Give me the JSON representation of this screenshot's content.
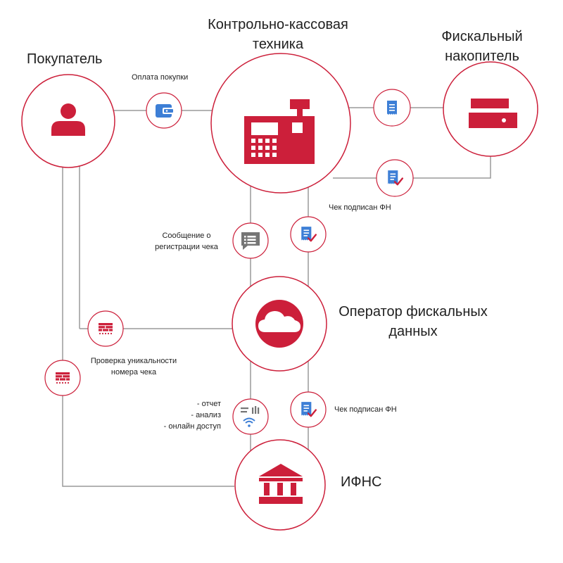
{
  "colors": {
    "accent": "#cc1f3a",
    "circle_border": "#cc1f3a",
    "line": "#9a9a9a",
    "blue_icon": "#3d7fd6",
    "gray_icon": "#757575",
    "text": "#1f1f1f"
  },
  "nodes": {
    "buyer": {
      "title": "Покупатель",
      "icon": "person-icon"
    },
    "kkt": {
      "title_line1": "Контрольно-кассовая",
      "title_line2": "техника",
      "icon": "cash-register-icon"
    },
    "fn": {
      "title_line1": "Фискальный",
      "title_line2": "накопитель",
      "icon": "fiscal-drive-icon"
    },
    "ofd": {
      "title_line1": "Оператор фискальных",
      "title_line2": "данных",
      "icon": "cloud-icon"
    },
    "ifns": {
      "title": "ИФНС",
      "icon": "government-building-icon"
    }
  },
  "edges": {
    "payment": {
      "label": "Оплата покупки",
      "icon": "wallet-icon"
    },
    "kkt_to_fn": {
      "icon": "receipt-icon"
    },
    "fn_signed": {
      "label": "Чек подписан ФН",
      "icon": "signed-receipt-icon"
    },
    "kkt_ofd_signed": {
      "icon": "signed-receipt-icon"
    },
    "registration_msg": {
      "label_line1": "Сообщение о",
      "label_line2": "регистрации чека",
      "icon": "message-icon"
    },
    "uniqueness_check": {
      "label_line1": "Проверка уникальности",
      "label_line2": "номера чека",
      "icon": "firewall-icon"
    },
    "buyer_ifns": {
      "icon": "firewall-icon"
    },
    "analytics": {
      "label_line1": "- отчет",
      "label_line2": "- анализ",
      "label_line3": "- онлайн доступ",
      "icon": "wifi-list-icon"
    },
    "ofd_ifns_signed": {
      "label": "Чек подписан ФН",
      "icon": "signed-receipt-icon"
    }
  }
}
